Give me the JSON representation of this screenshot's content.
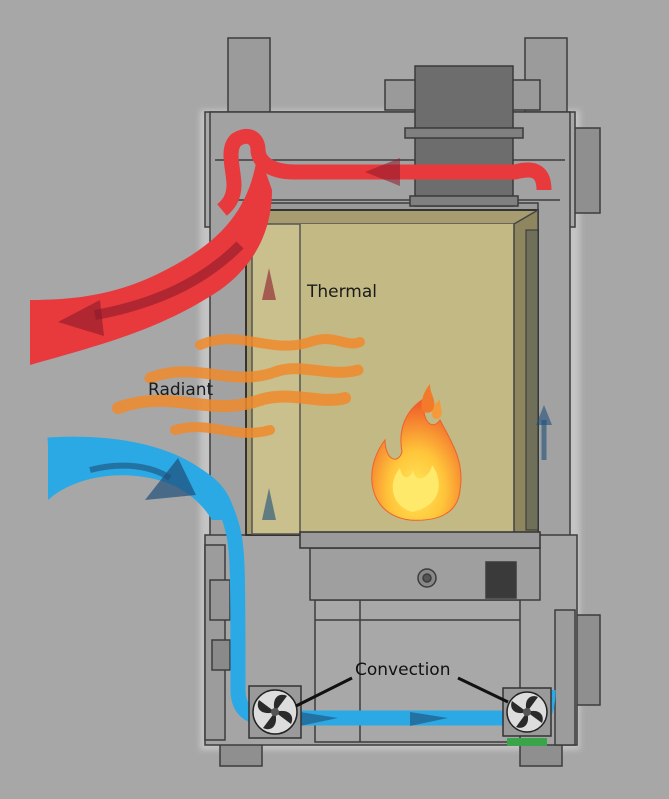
{
  "labels": {
    "thermal": "Thermal",
    "radiant": "Radiant",
    "convection": "Convection"
  },
  "colors": {
    "background": "#a7a7a7",
    "hot_air": "#e8393d",
    "cold_air": "#2aa9e4",
    "radiant_heat": "#f08a2c",
    "firebox_glass": "#c9c08e",
    "flame_outer": "#f2822a",
    "flame_inner": "#ffd84a",
    "label_thermal": "#1a1a1a",
    "label_radiant": "#1a1a1a",
    "label_convection": "#111111"
  },
  "icons": {
    "flame": "flame-icon",
    "fan_left": "fan-icon",
    "fan_right": "fan-icon"
  }
}
